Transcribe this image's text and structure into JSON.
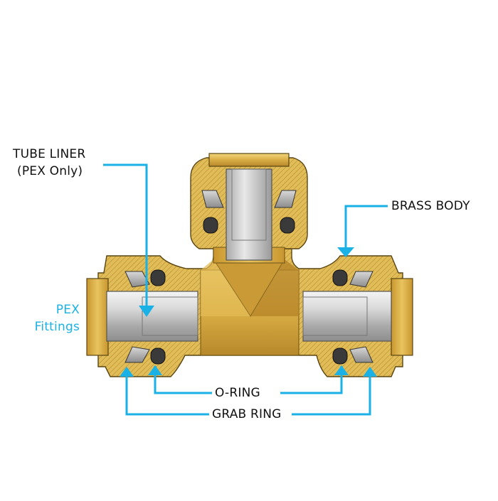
{
  "labels": {
    "tube_liner_line1": "TUBE LINER",
    "tube_liner_line2": "(PEX Only)",
    "brass_body": "BRASS BODY",
    "pex_line1": "PEX",
    "pex_line2": "Fittings",
    "o_ring": "O-RING",
    "grab_ring": "GRAB RING"
  },
  "colors": {
    "callout": "#1ab2e6",
    "brass_light": "#e6c25a",
    "brass_dark": "#b88a26",
    "pipe": "#c9c9c9"
  }
}
